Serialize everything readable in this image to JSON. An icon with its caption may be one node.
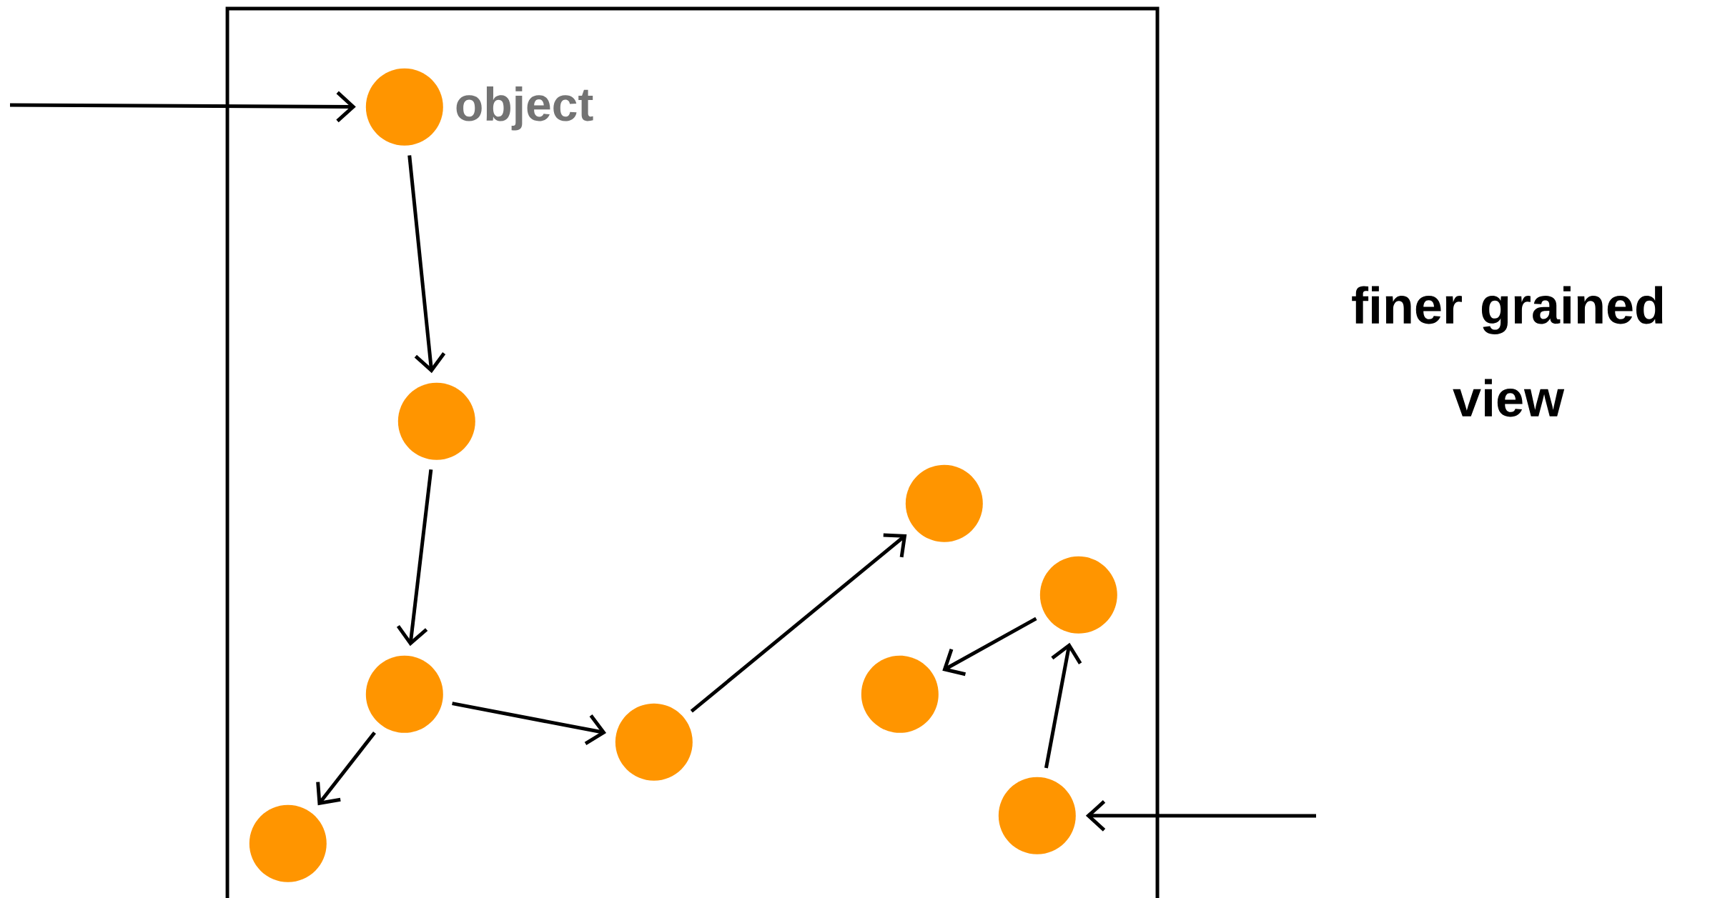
{
  "diagram": {
    "nodes": [
      {
        "text": [],
        "shape": "box",
        "beside": [
          "finer grained view"
        ]
      },
      {
        "text": [],
        "shape": "circle",
        "in": 0,
        "beside": [
          "object"
        ]
      },
      {
        "text": [],
        "shape": "circle",
        "in": 0
      },
      {
        "text": [],
        "shape": "circle",
        "in": 0
      },
      {
        "text": [],
        "shape": "circle",
        "in": 0
      },
      {
        "text": [],
        "shape": "circle",
        "in": 0
      },
      {
        "text": [],
        "shape": "circle",
        "in": 0
      },
      {
        "text": [],
        "shape": "circle",
        "in": 0
      },
      {
        "text": [],
        "shape": "circle",
        "in": 0
      },
      {
        "text": [],
        "shape": "circle",
        "in": 0
      }
    ],
    "edges": [
      {
        "from": null,
        "to": 1,
        "arrow": "to"
      },
      {
        "from": 1,
        "to": 2,
        "arrow": "to"
      },
      {
        "from": 2,
        "to": 3,
        "arrow": "to"
      },
      {
        "from": 3,
        "to": 4,
        "arrow": "to"
      },
      {
        "from": 3,
        "to": 5,
        "arrow": "to"
      },
      {
        "from": 5,
        "to": 6,
        "arrow": "to"
      },
      {
        "from": 7,
        "to": 8,
        "arrow": "to"
      },
      {
        "from": 9,
        "to": 7,
        "arrow": "to"
      },
      {
        "from": null,
        "to": 9,
        "arrow": "to"
      }
    ]
  }
}
